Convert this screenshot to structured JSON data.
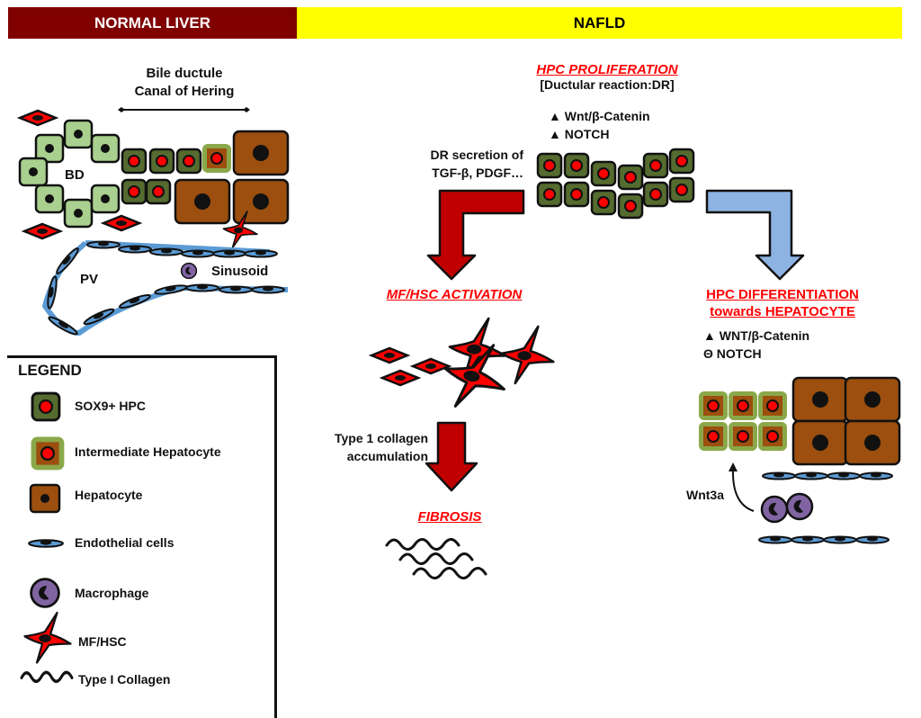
{
  "headers": {
    "normal_liver": "NORMAL LIVER",
    "nafld": "NAFLD"
  },
  "normal_liver": {
    "bile_ductule_label": "Bile ductule",
    "canal_label": "Canal of Hering",
    "bd_label": "BD",
    "pv_label": "PV",
    "sinusoid_label": "Sinusoid"
  },
  "nafld": {
    "hpc_proliferation": {
      "title": "HPC PROLIFERATION",
      "subtitle": "[Ductular reaction:DR]",
      "signals": [
        "▲ Wnt/β-Catenin",
        "▲ NOTCH"
      ]
    },
    "dr_secretion": [
      "DR secretion of",
      "TGF-β, PDGF…"
    ],
    "mf_hsc_activation": {
      "title": "MF/HSC ACTIVATION"
    },
    "collagen_step": [
      "Type 1 collagen",
      "accumulation"
    ],
    "fibrosis": {
      "title": "FIBROSIS"
    },
    "hpc_differentiation": {
      "title_lines": [
        "HPC DIFFERENTIATION",
        "towards HEPATOCYTE"
      ],
      "signals": [
        "▲ WNT/β-Catenin",
        "Θ NOTCH"
      ]
    },
    "wnt3a_label": "Wnt3a"
  },
  "legend": {
    "title": "LEGEND",
    "items": [
      {
        "icon": "sox9-hpc-icon",
        "label": "SOX9+ HPC"
      },
      {
        "icon": "intermediate-hepatocyte-icon",
        "label": "Intermediate Hepatocyte"
      },
      {
        "icon": "hepatocyte-icon",
        "label": "Hepatocyte"
      },
      {
        "icon": "endothelial-cell-icon",
        "label": "Endothelial cells"
      },
      {
        "icon": "macrophage-icon",
        "label": "Macrophage"
      },
      {
        "icon": "mf-hsc-icon",
        "label": "MF/HSC"
      },
      {
        "icon": "collagen-icon",
        "label": "Type I Collagen"
      }
    ]
  },
  "colors": {
    "normal_header": "#800000",
    "nafld_header": "#ffff00",
    "hpc_cell": "#556b2f",
    "cholangiocyte": "#a9d08e",
    "hepatocyte": "#9c4f0e",
    "intermediate_border": "#8aa84a",
    "nucleus_red": "#ff0000",
    "endothelial": "#5b9bd5",
    "macrophage": "#8064a2",
    "red_arrow": "#c00000",
    "blue_arrow": "#8db3e2",
    "title_red": "#ff0000"
  }
}
